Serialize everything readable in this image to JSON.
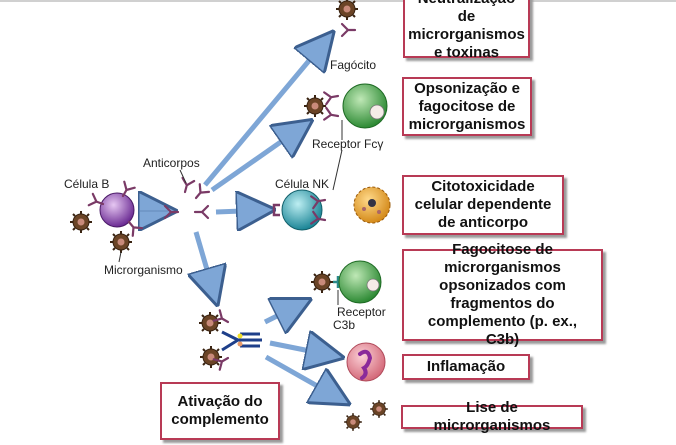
{
  "labels": {
    "celula_b": "Célula B",
    "anticorpos": "Anticorpos",
    "microrganismo": "Microrganismo",
    "fagocito": "Fagócito",
    "receptor_fc": "Receptor Fcγ",
    "celula_nk": "Célula NK",
    "receptor_c3b_1": "Receptor",
    "receptor_c3b_2": "C3b"
  },
  "boxes": {
    "neutralizacao": [
      "Neutralização de",
      "microrganismos",
      "e toxinas"
    ],
    "opsonizacao": [
      "Opsonização e",
      "fagocitose de",
      "microrganismos"
    ],
    "citotoxicidade": [
      "Citotoxicidade",
      "celular dependente",
      "de anticorpo"
    ],
    "fagocitose_complemento": [
      "Fagocitose de",
      "microrganismos",
      "opsonizados com",
      "fragmentos do",
      "complemento (p. ex., C3b)"
    ],
    "inflamacao": [
      "Inflamação"
    ],
    "lise": [
      "Lise de microrganismos"
    ],
    "ativacao": [
      "Ativação do",
      "complemento"
    ]
  },
  "colors": {
    "border": "#b83a55",
    "arrow": "#7ea6d6",
    "bcell": "#8a3fb0",
    "phagocyte": "#3fa046",
    "nkcell": "#2aa3b5",
    "microbe": "#6b4426",
    "antibody": "#7a3a66"
  }
}
